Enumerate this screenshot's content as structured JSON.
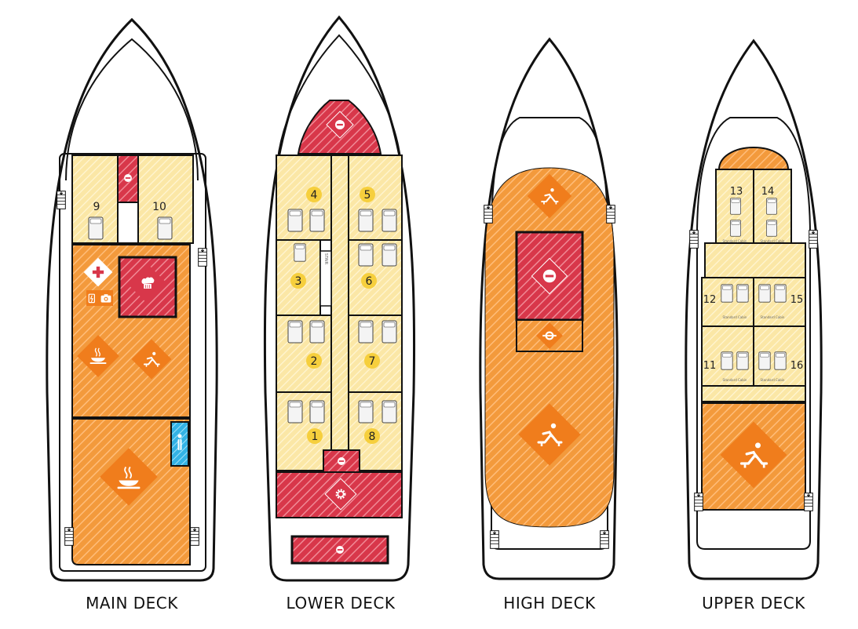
{
  "decks": [
    {
      "label": "MAIN DECK"
    },
    {
      "label": "LOWER DECK"
    },
    {
      "label": "HIGH DECK"
    },
    {
      "label": "UPPER DECK"
    }
  ],
  "main_deck": {
    "cabins": [
      "9",
      "10"
    ]
  },
  "lower_deck": {
    "cabins": [
      "4",
      "5",
      "3",
      "6",
      "2",
      "7",
      "1",
      "8"
    ],
    "stair_label": "STAIR"
  },
  "upper_deck": {
    "cabins": [
      "13",
      "14",
      "12",
      "15",
      "11",
      "16"
    ],
    "cabin_type": "Standard Cabin"
  },
  "icons": [
    "first-aid-icon",
    "chef-icon",
    "charging-icon",
    "camera-icon",
    "food-icon",
    "sunbed-icon",
    "no-entry-icon",
    "gear-icon",
    "toilet-icon",
    "lifebuoy-icon",
    "stairs-icon"
  ],
  "colors": {
    "lounge_orange": "#f39a3c",
    "lounge_hatch": "#ffbd7a",
    "cabin_yellow": "#fbe7a6",
    "restricted_red": "#d8374a",
    "restricted_hatch": "#f08a96",
    "icon_orange": "#f07d1c",
    "toilet_blue": "#33b2e5",
    "number_circle": "#f6cf3d",
    "outline": "#111111"
  }
}
